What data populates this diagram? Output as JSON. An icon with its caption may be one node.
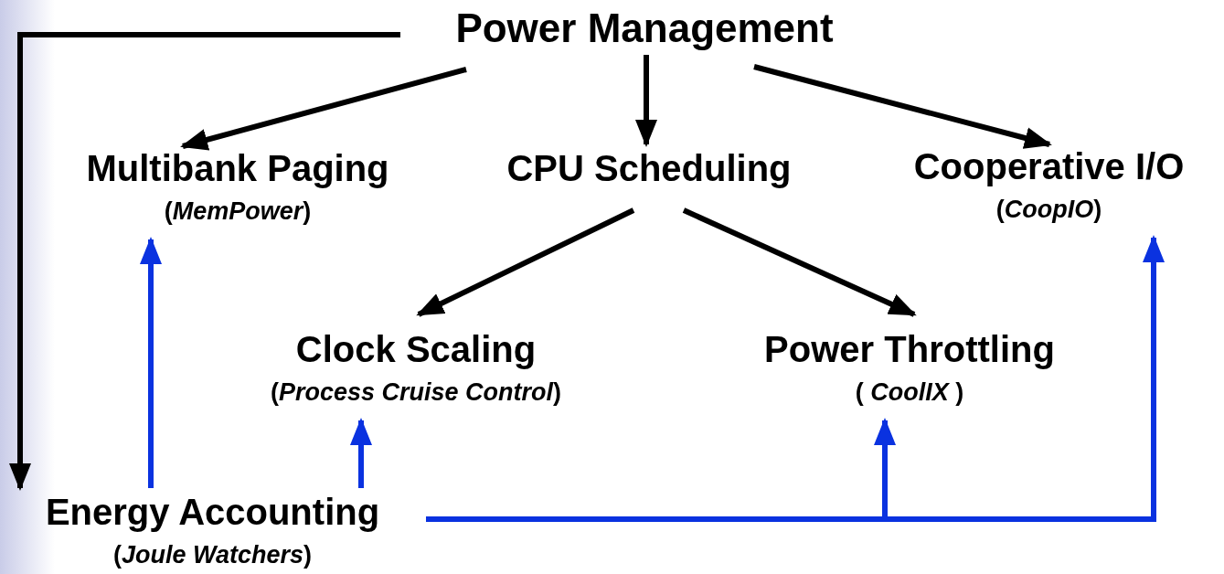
{
  "diagram": {
    "nodes": [
      {
        "text": [
          "Power Management"
        ]
      },
      {
        "text": [
          "Multibank Paging",
          "(*MemPower*)"
        ]
      },
      {
        "text": [
          "CPU Scheduling"
        ]
      },
      {
        "text": [
          "Cooperative I/O",
          "(*CoopIO*)"
        ]
      },
      {
        "text": [
          "Clock Scaling",
          "(*Process Cruise Control*)"
        ]
      },
      {
        "text": [
          "Power Throttling",
          "( *CoolIX* )"
        ]
      },
      {
        "text": [
          "Energy Accounting",
          "(*Joule Watchers*)"
        ]
      }
    ],
    "edges": [
      {
        "from": 0,
        "to": 6,
        "arrow": "to"
      },
      {
        "from": 0,
        "to": 1,
        "arrow": "to"
      },
      {
        "from": 0,
        "to": 2,
        "arrow": "to"
      },
      {
        "from": 0,
        "to": 3,
        "arrow": "to"
      },
      {
        "from": 2,
        "to": 4,
        "arrow": "to"
      },
      {
        "from": 2,
        "to": 5,
        "arrow": "to"
      },
      {
        "from": 6,
        "to": 1,
        "arrow": "to",
        "color": "#0a32e0"
      },
      {
        "from": 6,
        "to": 4,
        "arrow": "to",
        "color": "#0a32e0"
      },
      {
        "from": 6,
        "to": 5,
        "arrow": "to",
        "color": "#0a32e0"
      },
      {
        "from": 6,
        "to": 3,
        "arrow": "to",
        "color": "#0a32e0"
      }
    ]
  }
}
